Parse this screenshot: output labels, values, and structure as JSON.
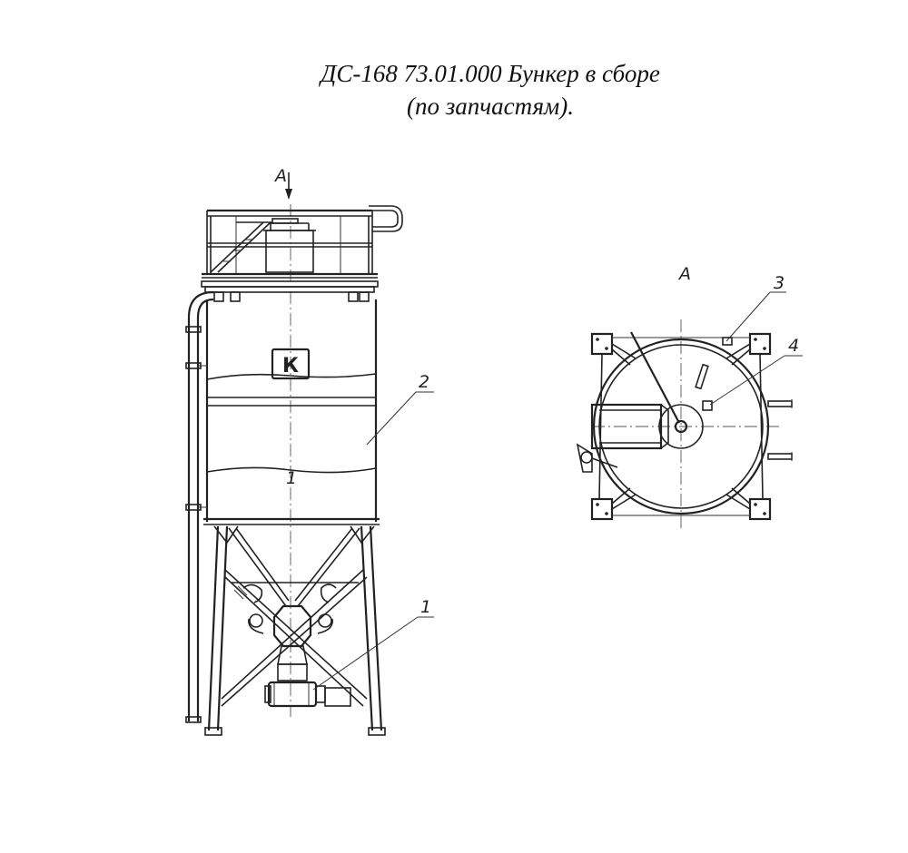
{
  "title": {
    "line1": "ДС-168 73.01.000 Бункер в сборе",
    "line2": "(по запчастям)."
  },
  "front_view": {
    "view_arrow_label": "А",
    "callouts": [
      "2",
      "1",
      "1"
    ],
    "logo_text": "К"
  },
  "top_view": {
    "view_label": "А",
    "callouts": [
      "3",
      "4"
    ]
  }
}
